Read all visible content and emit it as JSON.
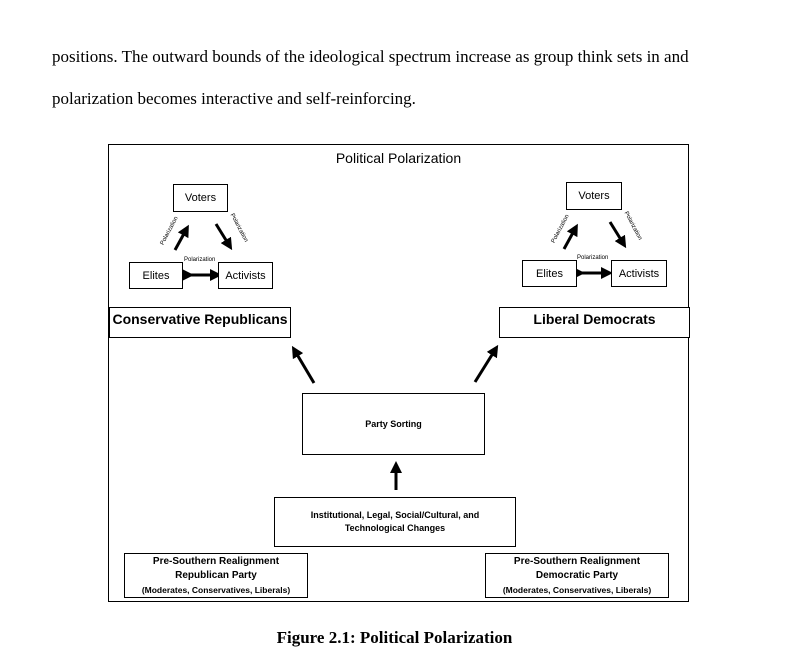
{
  "body_text": {
    "line1": "positions. The outward bounds of the ideological spectrum increase as group think sets in and",
    "line2": "polarization becomes interactive and self-reinforcing."
  },
  "figure": {
    "title": "Political Polarization",
    "polarization_label": "Polarization",
    "left_triangle": {
      "voters": "Voters",
      "elites": "Elites",
      "activists": "Activists"
    },
    "right_triangle": {
      "voters": "Voters",
      "elites": "Elites",
      "activists": "Activists"
    },
    "conservative_republicans": "Conservative Republicans",
    "liberal_democrats": "Liberal Democrats",
    "party_sorting": "Party Sorting",
    "changes": {
      "line1": "Institutional, Legal, Social/Cultural, and",
      "line2": "Technological Changes"
    },
    "pre_republican": {
      "line1": "Pre-Southern Realignment",
      "line2": "Republican Party",
      "line3": "(Moderates, Conservatives, Liberals)"
    },
    "pre_democratic": {
      "line1": "Pre-Southern Realignment",
      "line2": "Democratic Party",
      "line3": "(Moderates, Conservatives, Liberals)"
    }
  },
  "caption": "Figure 2.1: Political Polarization"
}
